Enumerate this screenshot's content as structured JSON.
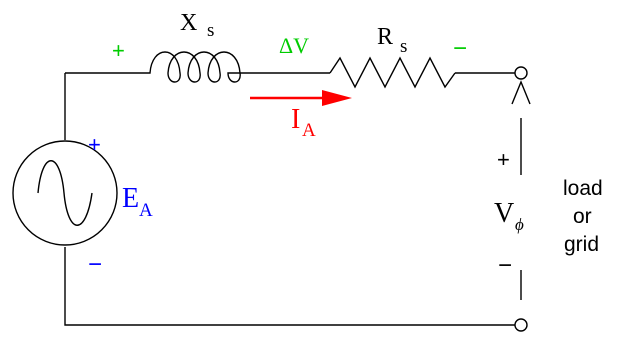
{
  "colors": {
    "wire": "#000000",
    "green": "#00cc00",
    "red": "#ff0000",
    "blue": "#0000ff"
  },
  "labels": {
    "xs_main": "X",
    "xs_sub": "s",
    "rs_main": "R",
    "rs_sub": "s",
    "dv": "ΔV",
    "plus_left": "+",
    "minus_right": "−",
    "ia_main": "I",
    "ia_sub": "A",
    "ea_plus": "+",
    "ea_minus": "−",
    "ea_main": "E",
    "ea_sub": "A",
    "vphi_plus": "+",
    "vphi_minus": "−",
    "vphi_main": "V",
    "vphi_sub": "ϕ",
    "load_line1": "load",
    "load_line2": "or",
    "load_line3": "grid"
  }
}
